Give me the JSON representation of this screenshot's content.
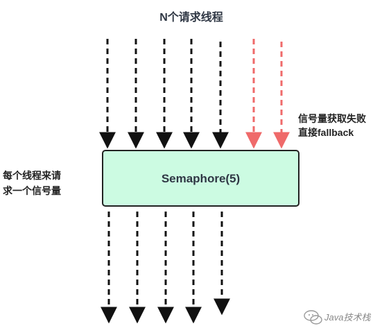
{
  "title": "N个请求线程",
  "left_note": {
    "line1": "每个线程来请",
    "line2": "求一个信号量"
  },
  "right_note": {
    "line1": "信号量获取失败",
    "line2": "直接fallback"
  },
  "semaphore_label": "Semaphore(5)",
  "watermark": "Java技术栈",
  "colors": {
    "box_fill": "#ccfbe2",
    "box_stroke": "#222222",
    "arrow_ok": "#111111",
    "arrow_fail": "#ef6a6a"
  }
}
